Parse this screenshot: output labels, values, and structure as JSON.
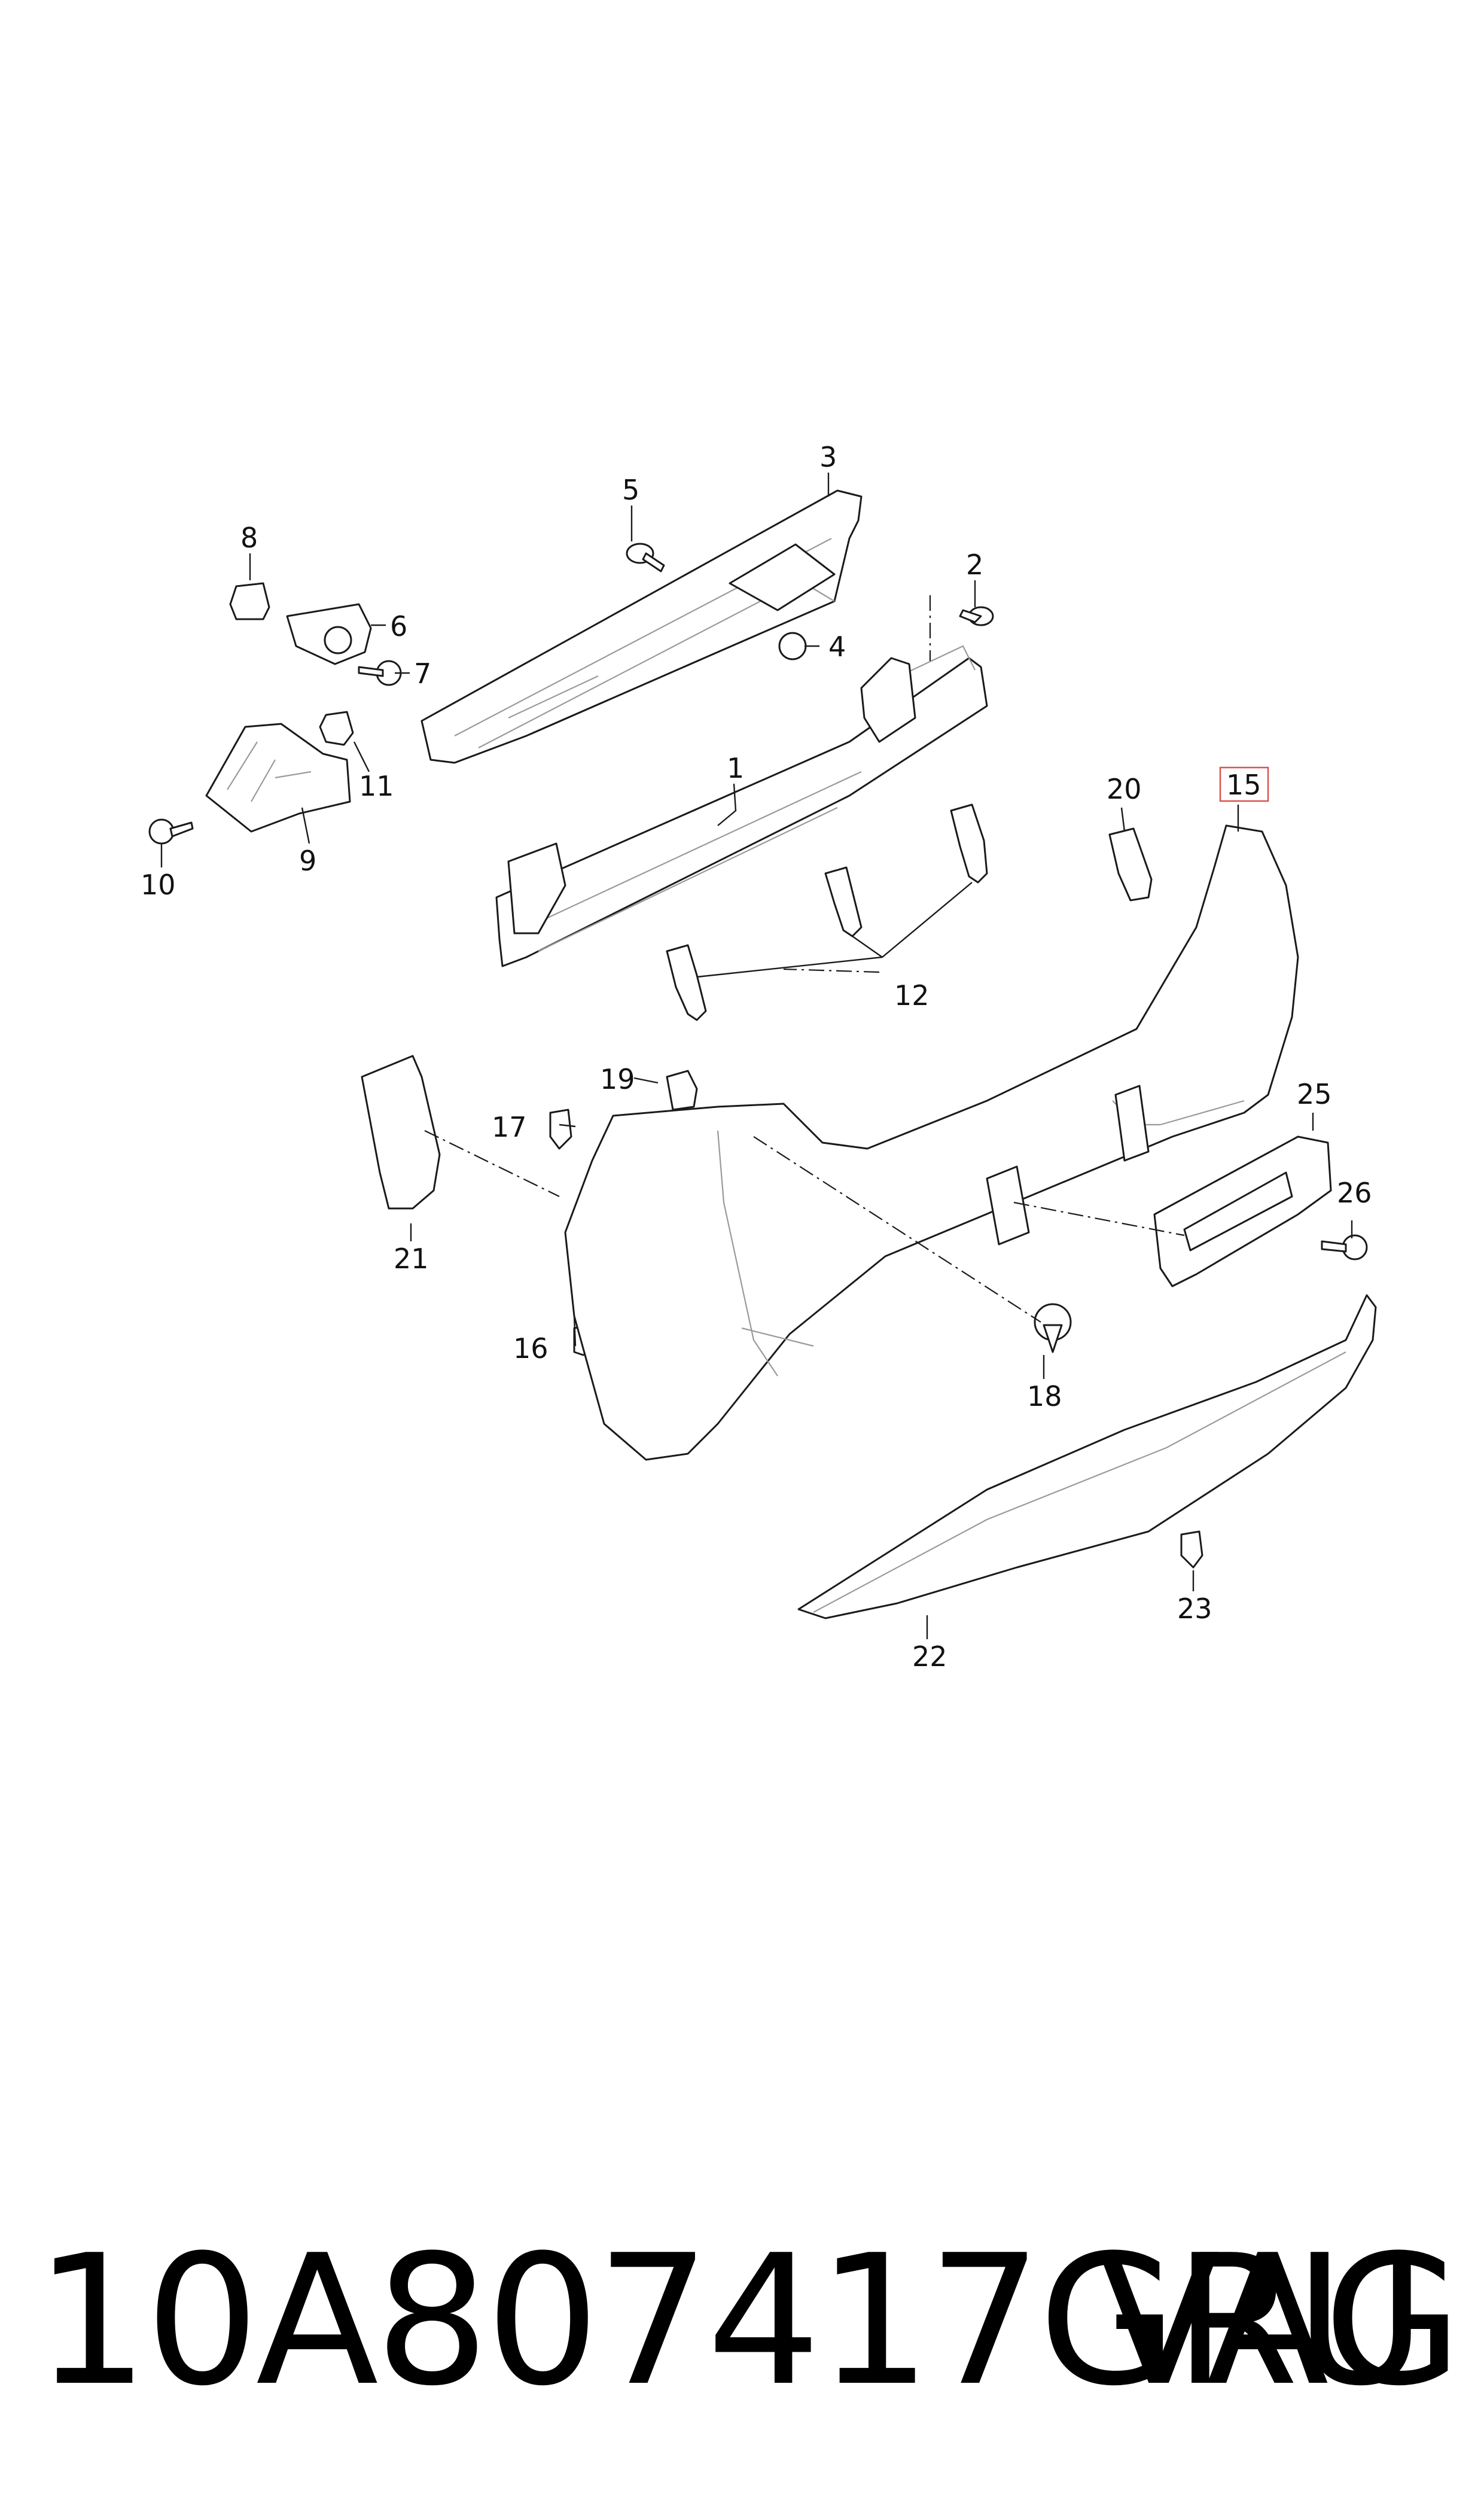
{
  "callouts": {
    "c1": "1",
    "c2": "2",
    "c3": "3",
    "c4": "4",
    "c5": "5",
    "c6": "6",
    "c7": "7",
    "c8": "8",
    "c9": "9",
    "c10": "10",
    "c11": "11",
    "c12": "12",
    "c15": "15",
    "c16": "16",
    "c17": "17",
    "c18": "18",
    "c19": "19",
    "c20": "20",
    "c21": "21",
    "c22": "22",
    "c23": "23",
    "c25": "25",
    "c26": "26"
  },
  "highlighted_callout": "15",
  "footer": {
    "part_number": "10A807417GRU",
    "brand": "VAG"
  }
}
